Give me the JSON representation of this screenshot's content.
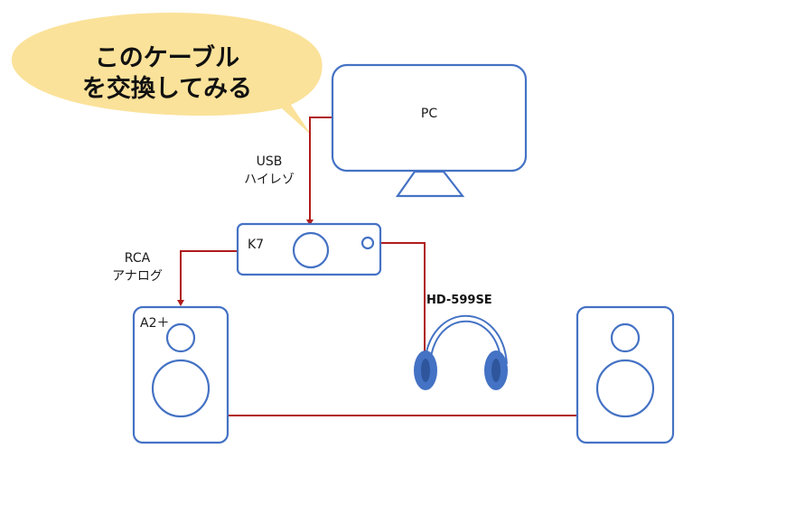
{
  "callout": {
    "line1": "このケーブル",
    "line2": "を交換してみる"
  },
  "devices": {
    "pc": {
      "label": "PC"
    },
    "amp": {
      "label": "K7"
    },
    "speaker_left": {
      "label": "A2＋"
    },
    "headphones": {
      "label": "HD-599SE"
    }
  },
  "connections": {
    "usb": {
      "line1": "USB",
      "line2": "ハイレゾ"
    },
    "rca": {
      "line1": "RCA",
      "line2": "アナログ"
    }
  },
  "colors": {
    "outline": "#4472c4",
    "wire": "#b01c1c",
    "callout_fill": "#fbe29a",
    "headphone_fill": "#4472c4"
  }
}
